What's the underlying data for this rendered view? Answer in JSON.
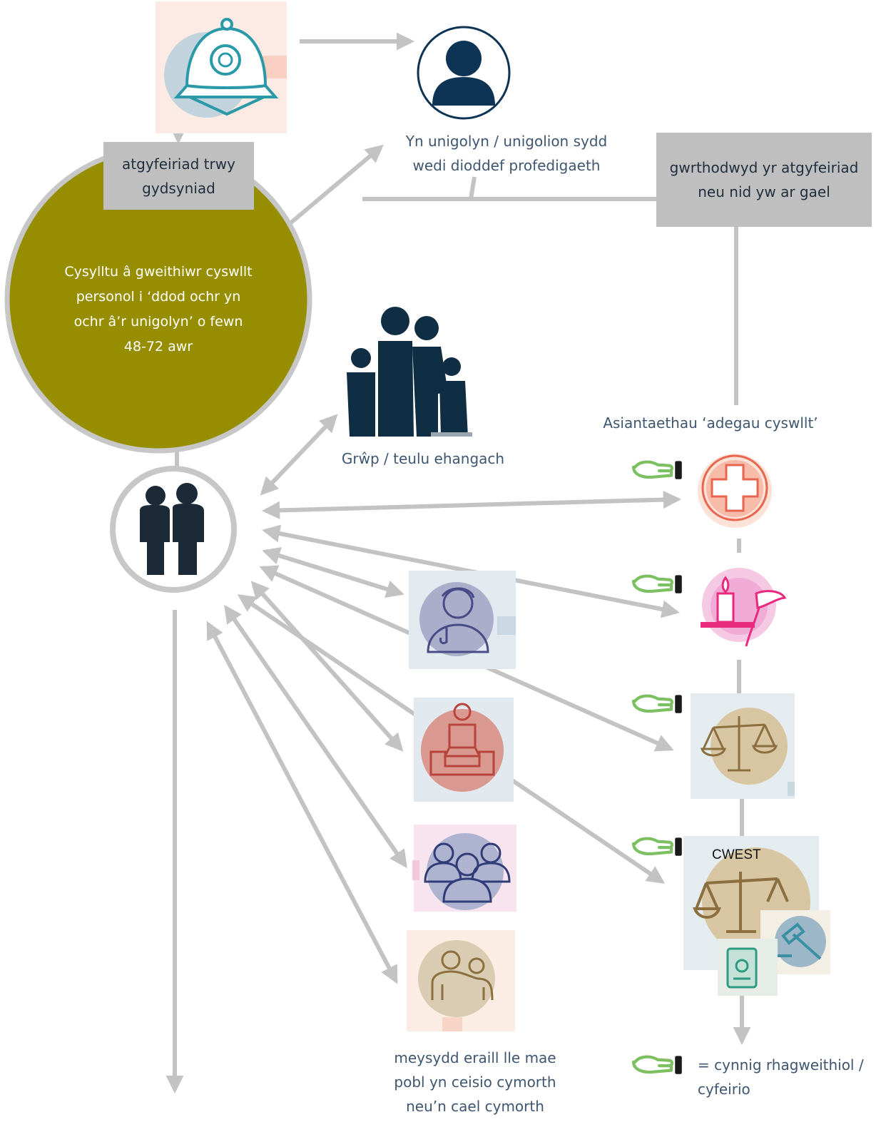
{
  "labels": {
    "referral_consent": "atgyfeiriad trwy gydsyniad",
    "bereaved_individual": "Yn unigolyn / unigolion sydd wedi dioddef profedigaeth",
    "referral_declined": "gwrthodwyd yr atgyfeiriad neu nid yw ar gael",
    "contact_worker": "Cysylltu â gweithiwr cyswllt personol i ‘ddod ochr yn ochr â’r unigolyn’ o fewn 48-72 awr",
    "wider_family": "Grŵp / teulu ehangach",
    "contact_agencies": "Asiantaethau ‘adegau cyswllt’",
    "other_areas": "meysydd eraill lle mae pobl yn ceisio cymorth neu’n cael cymorth",
    "inquest": "CWEST",
    "legend_offer": "= cynnig rhagweithiol / cyfeirio"
  },
  "icons": [
    "police-helmet-icon",
    "person-icon",
    "couple-icon",
    "family-icon",
    "hospital-cross-icon",
    "candle-lily-icon",
    "scales-icon",
    "inquest-scales-icon",
    "gavel-icon",
    "id-badge-icon",
    "doctor-icon",
    "counselling-icon",
    "group-people-icon",
    "comforting-icon",
    "helping-hand-icon"
  ],
  "colors": {
    "olive": "#968e00",
    "arrow": "#c3c3c3",
    "grey_box": "#bfbfbf",
    "navy": "#0e3455",
    "text": "#3e5670",
    "hand_green": "#7cc061"
  }
}
